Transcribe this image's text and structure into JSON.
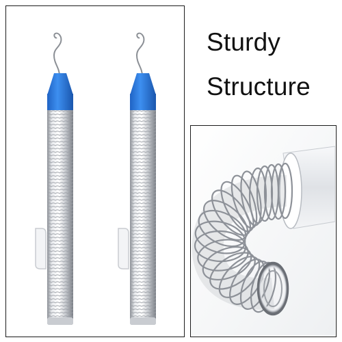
{
  "heading": {
    "line1": "Sturdy",
    "line2": "Structure"
  },
  "colors": {
    "cap_blue": "#2f7fe0",
    "cap_blue_dark": "#1f5fb8",
    "border": "#1a1a1a",
    "silver_light": "#f2f3f5",
    "silver_mid": "#b9bcc2",
    "silver_dark": "#6f737a"
  },
  "images": {
    "left": [
      "solder-dispenser-tube-1",
      "solder-dispenser-tube-2"
    ],
    "right": "coiled-solder-wire-closeup"
  }
}
